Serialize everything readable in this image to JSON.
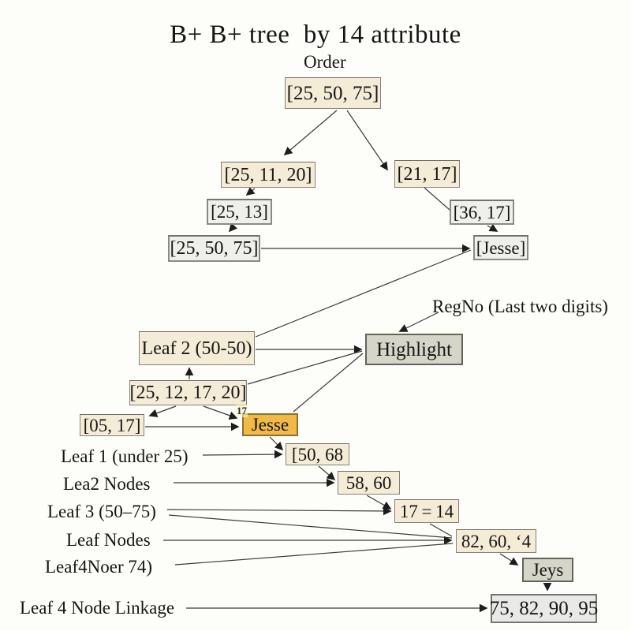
{
  "title": "B+ B+ tree  by 14 attribute",
  "annotations": {
    "order_label": "Order",
    "regno_label": "RegNo (Last two digits)",
    "jesse_mark": "17"
  },
  "nodes": [
    {
      "id": "root",
      "label": "[25, 50, 75]",
      "style": "cream"
    },
    {
      "id": "n-25-11-20",
      "label": "[25, 11, 20]",
      "style": "cream"
    },
    {
      "id": "n-21-17",
      "label": "[21, 17]",
      "style": "cream"
    },
    {
      "id": "n-25-13",
      "label": "[25, 13]",
      "style": "gray"
    },
    {
      "id": "n-36-17",
      "label": "[36, 17]",
      "style": "gray"
    },
    {
      "id": "n-25-50-75-b",
      "label": "[25, 50, 75]",
      "style": "gray"
    },
    {
      "id": "n-jesse-top",
      "label": "[Jesse]",
      "style": "gray"
    },
    {
      "id": "leaf2",
      "label": "Leaf 2 (50-50)",
      "style": "cream"
    },
    {
      "id": "highlight",
      "label": "Highlight",
      "style": "sage"
    },
    {
      "id": "n-25-12-17-20",
      "label": "[25, 12, 17, 20]",
      "style": "cream"
    },
    {
      "id": "n-05-17",
      "label": "[05, 17]",
      "style": "cream"
    },
    {
      "id": "jesse",
      "label": "Jesse",
      "style": "orange"
    },
    {
      "id": "n-50-68",
      "label": "[50, 68",
      "style": "cream"
    },
    {
      "id": "n-58-60",
      "label": "58, 60",
      "style": "cream"
    },
    {
      "id": "n-17-14",
      "label": "17 = 14",
      "style": "cream"
    },
    {
      "id": "n-82-60-4",
      "label": "82, 60, ‘4",
      "style": "cream"
    },
    {
      "id": "jeys",
      "label": "Jeys",
      "style": "sage"
    },
    {
      "id": "n-75-82-90-95",
      "label": "75, 82, 90, 95",
      "style": "lightgray"
    }
  ],
  "side_labels": [
    "Leaf 1 (under 25)",
    "Lea2 Nodes",
    "Leaf 3 (50–75)",
    "Leaf Nodes",
    "Leaf4Noer 74)",
    "Leaf 4 Node Linkage"
  ],
  "colors": {
    "background": "#fdfdfa",
    "node_cream": "#f4ecd6",
    "node_gray": "#efefeb",
    "node_sage": "#d5d6c7",
    "node_lightgray": "#e9e9e7",
    "node_highlight_orange": "#f2b848",
    "connector": "#3b3b3b",
    "text": "#161616"
  }
}
